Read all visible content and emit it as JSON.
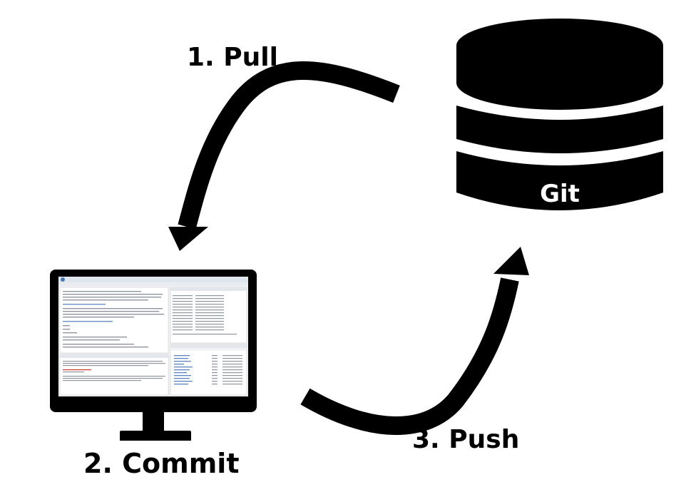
{
  "steps": {
    "pull": "1. Pull",
    "commit": "2. Commit",
    "push": "3. Push"
  },
  "repository": {
    "label": "Git",
    "icon": "database-icon"
  },
  "workstation": {
    "icon": "monitor-icon",
    "screen_content": "ide-screenshot"
  },
  "colors": {
    "ink": "#000000",
    "background": "#ffffff",
    "screen": "#f2f2f2"
  }
}
